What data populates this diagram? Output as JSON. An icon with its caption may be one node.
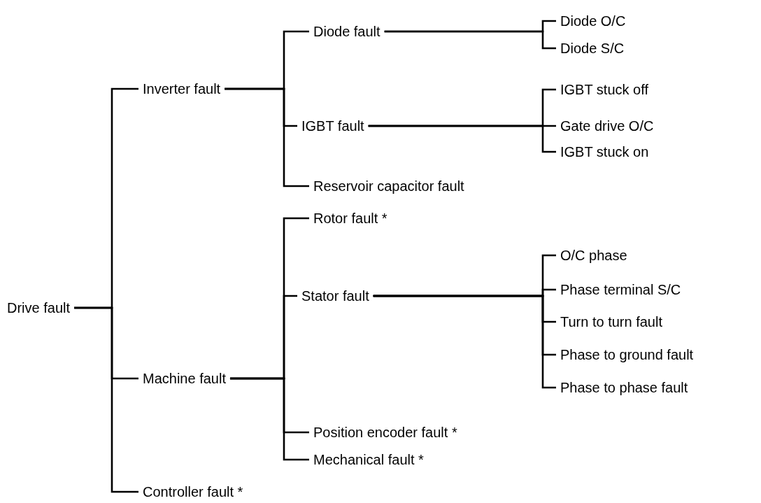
{
  "diagram": {
    "nodes": [
      {
        "text": [
          "Drive fault"
        ]
      },
      {
        "text": [
          "Inverter fault"
        ]
      },
      {
        "text": [
          "Diode fault"
        ]
      },
      {
        "text": [
          "Diode O/C"
        ]
      },
      {
        "text": [
          "Diode S/C"
        ]
      },
      {
        "text": [
          "IGBT fault"
        ]
      },
      {
        "text": [
          "IGBT stuck off"
        ]
      },
      {
        "text": [
          "Gate drive O/C"
        ]
      },
      {
        "text": [
          "IGBT stuck on"
        ]
      },
      {
        "text": [
          "Reservoir capacitor fault"
        ]
      },
      {
        "text": [
          "Machine fault"
        ]
      },
      {
        "text": [
          "Rotor fault *"
        ]
      },
      {
        "text": [
          "Stator fault"
        ]
      },
      {
        "text": [
          "O/C phase"
        ]
      },
      {
        "text": [
          "Phase terminal S/C"
        ]
      },
      {
        "text": [
          "Turn to turn fault"
        ]
      },
      {
        "text": [
          "Phase to ground fault"
        ]
      },
      {
        "text": [
          "Phase to phase fault"
        ]
      },
      {
        "text": [
          "Position encoder fault *"
        ]
      },
      {
        "text": [
          "Mechanical fault *"
        ]
      },
      {
        "text": [
          "Controller fault *"
        ]
      }
    ],
    "edges": [
      {
        "from": 0,
        "to": 1,
        "arrow": "none"
      },
      {
        "from": 0,
        "to": 10,
        "arrow": "none"
      },
      {
        "from": 0,
        "to": 20,
        "arrow": "none"
      },
      {
        "from": 1,
        "to": 2,
        "arrow": "none"
      },
      {
        "from": 1,
        "to": 5,
        "arrow": "none"
      },
      {
        "from": 1,
        "to": 9,
        "arrow": "none"
      },
      {
        "from": 2,
        "to": 3,
        "arrow": "none"
      },
      {
        "from": 2,
        "to": 4,
        "arrow": "none"
      },
      {
        "from": 5,
        "to": 6,
        "arrow": "none"
      },
      {
        "from": 5,
        "to": 7,
        "arrow": "none"
      },
      {
        "from": 5,
        "to": 8,
        "arrow": "none"
      },
      {
        "from": 10,
        "to": 11,
        "arrow": "none"
      },
      {
        "from": 10,
        "to": 12,
        "arrow": "none"
      },
      {
        "from": 10,
        "to": 18,
        "arrow": "none"
      },
      {
        "from": 10,
        "to": 19,
        "arrow": "none"
      },
      {
        "from": 12,
        "to": 13,
        "arrow": "none"
      },
      {
        "from": 12,
        "to": 14,
        "arrow": "none"
      },
      {
        "from": 12,
        "to": 15,
        "arrow": "none"
      },
      {
        "from": 12,
        "to": 16,
        "arrow": "none"
      },
      {
        "from": 12,
        "to": 17,
        "arrow": "none"
      }
    ]
  }
}
